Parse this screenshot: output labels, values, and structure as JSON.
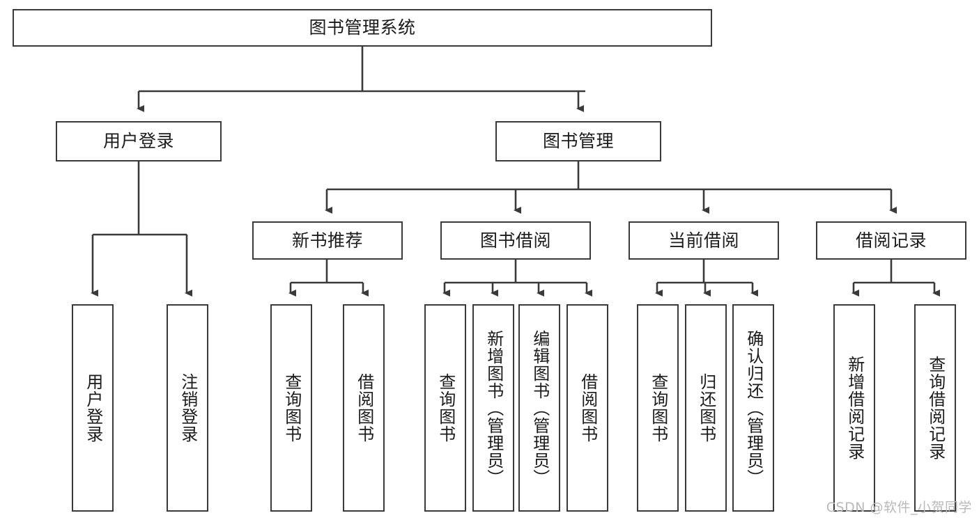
{
  "diagram": {
    "title": "图书管理系统",
    "type": "tree-hierarchy",
    "background_color": "#ffffff",
    "stroke_color": "#3a3a3a",
    "text_color": "#1b1b1b",
    "root": {
      "label": "图书管理系统"
    },
    "level2": [
      {
        "label": "用户登录"
      },
      {
        "label": "图书管理"
      }
    ],
    "level3": [
      {
        "label": "新书推荐"
      },
      {
        "label": "图书借阅"
      },
      {
        "label": "当前借阅"
      },
      {
        "label": "借阅记录"
      }
    ],
    "leaves": {
      "user_login": [
        {
          "label": "用户登录"
        },
        {
          "label": "注销登录"
        }
      ],
      "new_book_recommend": [
        {
          "label": "查询图书"
        },
        {
          "label": "借阅图书"
        }
      ],
      "book_borrow": [
        {
          "label": "查询图书"
        },
        {
          "label": "新增图书（管理员）"
        },
        {
          "label": "编辑图书（管理员）"
        },
        {
          "label": "借阅图书"
        }
      ],
      "current_borrow": [
        {
          "label": "查询图书"
        },
        {
          "label": "归还图书"
        },
        {
          "label": "确认归还（管理员）"
        }
      ],
      "borrow_record": [
        {
          "label": "新增借阅记录"
        },
        {
          "label": "查询借阅记录"
        }
      ]
    }
  },
  "watermark": {
    "text": "CSDN @软件_小贺同学"
  }
}
